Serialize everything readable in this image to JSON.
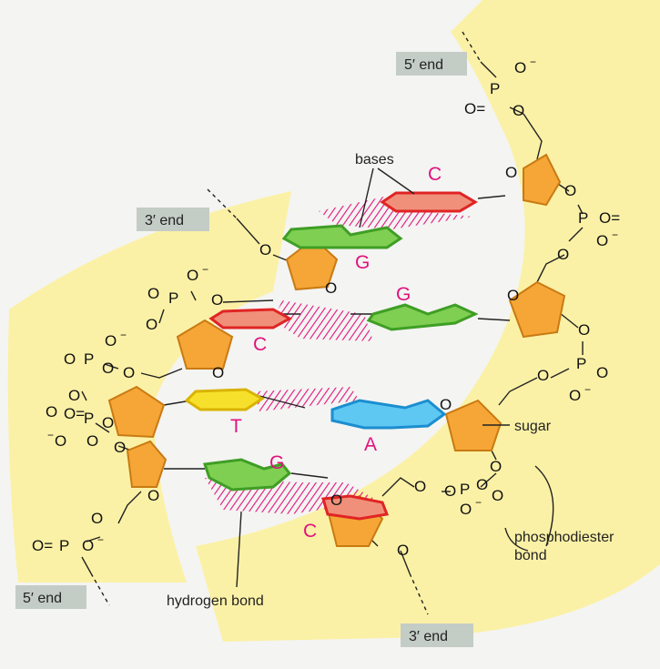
{
  "labels": {
    "end5_top": "5′ end",
    "end3_left": "3′ end",
    "end5_bottom": "5′ end",
    "end3_bottom": "3′ end",
    "bases": "bases",
    "sugar": "sugar",
    "phosphodiester_line1": "phosphodiester",
    "phosphodiester_line2": "bond",
    "hydrogen_bond": "hydrogen bond"
  },
  "base_letters": {
    "c_top": "C",
    "g_top_left": "G",
    "g_mid_right": "G",
    "c_mid_left": "C",
    "t": "T",
    "a": "A",
    "g_low": "G",
    "c_low": "C"
  },
  "atoms": {
    "O": "O",
    "P": "P",
    "O_minus_sup": "−",
    "dbl_O": "O="
  },
  "colors": {
    "backbone": "#fbf1a6",
    "sugar": "#f5a636",
    "sugar_side": "#c97a12",
    "cytosine": "#f0907a",
    "cytosine_edge": "#e02424",
    "guanine": "#7fcf52",
    "guanine_edge": "#3f9e25",
    "thymine": "#f7e02b",
    "thymine_edge": "#d9b300",
    "adenine": "#5ec8f2",
    "adenine_edge": "#1b8ed0",
    "hbond": "#e0127e",
    "end_box": "#c4ccc6"
  }
}
